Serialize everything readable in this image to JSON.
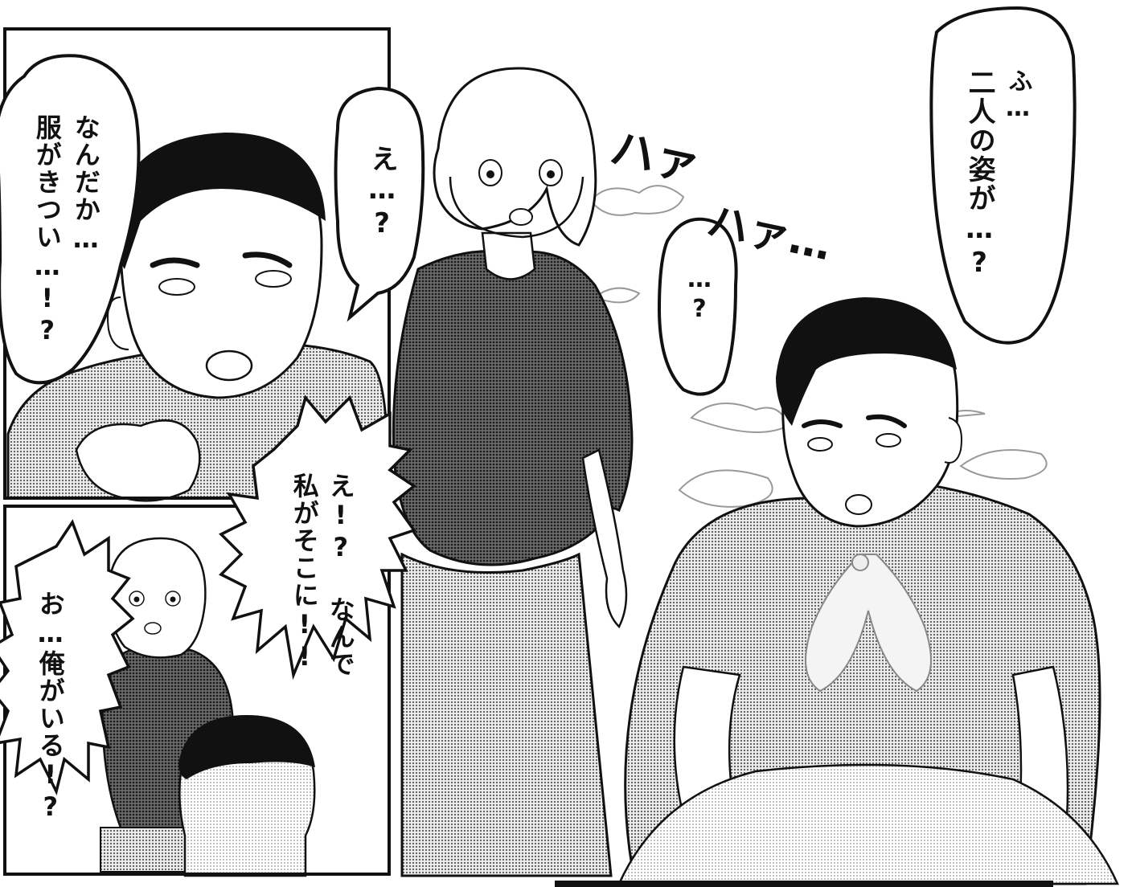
{
  "panels": {
    "top_left": {
      "bubble_lines": [
        "なんだか…",
        "服がきつい…!?"
      ]
    },
    "middle": {
      "bubble_small": "え…?",
      "bubble_shout_lines": [
        "え!? なんで",
        "私がそこに!!"
      ]
    },
    "bottom_left": {
      "bubble_lines": [
        "お…俺がいる!?"
      ]
    },
    "right": {
      "bubble_top_lines": [
        "ふ…",
        "二人の姿が…?"
      ],
      "bubble_mid": "…?",
      "sfx_1": "ハァ",
      "sfx_2": "ハァ…"
    }
  },
  "colors": {
    "ink": "#111111",
    "paper": "#ffffff",
    "screentone_light": "#d6d6d6",
    "screentone_mid": "#a8a8a8",
    "screentone_dark": "#3a3a3a"
  }
}
